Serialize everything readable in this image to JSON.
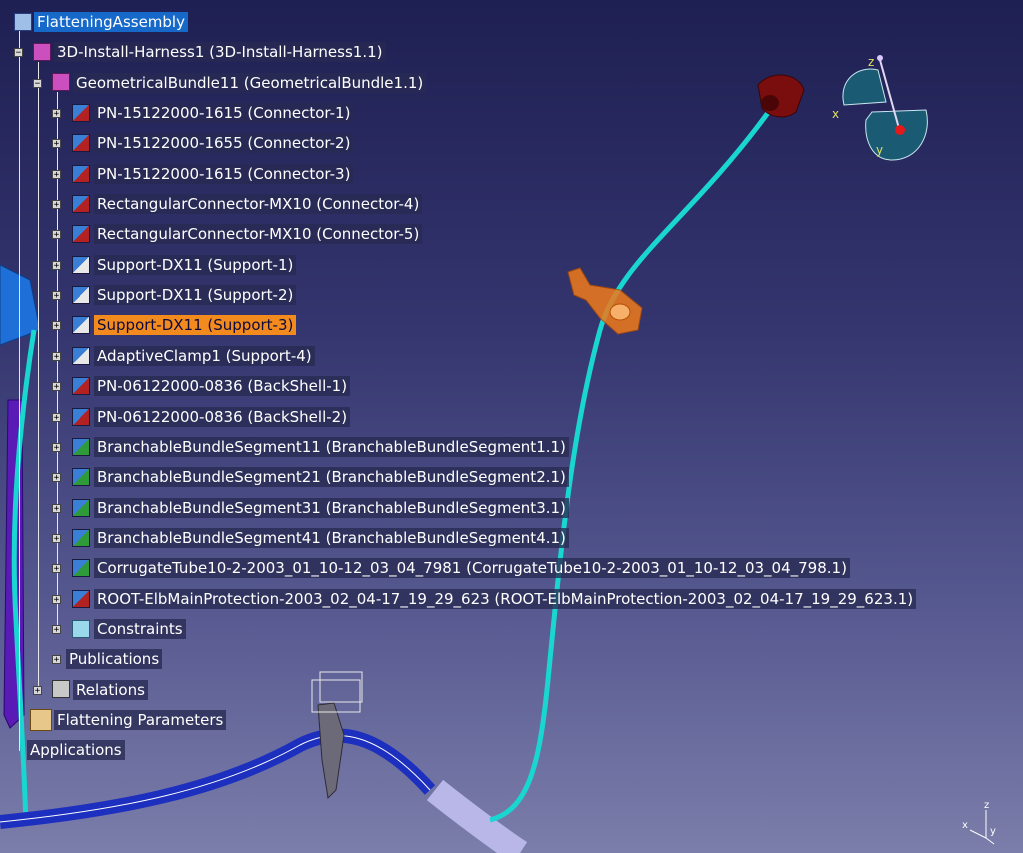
{
  "colors": {
    "selected_bg": "#f28a1e",
    "root_bg": "#1668c9",
    "harness_cyan": "#19d6d0",
    "bundle_blue": "#1c2fbf",
    "protection_purple": "#5a1ab5",
    "connector_red": "#7a0d0d",
    "support_orange": "#f07a1a"
  },
  "tree": {
    "root": "FlatteningAssembly",
    "install": "3D-Install-Harness1 (3D-Install-Harness1.1)",
    "bundle": "GeometricalBundle11 (GeometricalBundle1.1)",
    "children": [
      {
        "label": "PN-15122000-1615 (Connector-1)",
        "icon": "connector-icon"
      },
      {
        "label": "PN-15122000-1655 (Connector-2)",
        "icon": "connector-icon"
      },
      {
        "label": "PN-15122000-1615 (Connector-3)",
        "icon": "connector-icon"
      },
      {
        "label": "RectangularConnector-MX10 (Connector-4)",
        "icon": "connector-icon"
      },
      {
        "label": "RectangularConnector-MX10 (Connector-5)",
        "icon": "connector-icon"
      },
      {
        "label": "Support-DX11 (Support-1)",
        "icon": "support-icon"
      },
      {
        "label": "Support-DX11 (Support-2)",
        "icon": "support-icon"
      },
      {
        "label": "Support-DX11 (Support-3)",
        "icon": "support-icon"
      },
      {
        "label": "AdaptiveClamp1 (Support-4)",
        "icon": "support-icon"
      },
      {
        "label": "PN-06122000-0836 (BackShell-1)",
        "icon": "backshell-icon"
      },
      {
        "label": "PN-06122000-0836 (BackShell-2)",
        "icon": "backshell-icon"
      },
      {
        "label": "BranchableBundleSegment11 (BranchableBundleSegment1.1)",
        "icon": "bundle-segment-icon"
      },
      {
        "label": "BranchableBundleSegment21 (BranchableBundleSegment2.1)",
        "icon": "bundle-segment-icon"
      },
      {
        "label": "BranchableBundleSegment31 (BranchableBundleSegment3.1)",
        "icon": "bundle-segment-icon"
      },
      {
        "label": "BranchableBundleSegment41 (BranchableBundleSegment4.1)",
        "icon": "bundle-segment-icon"
      },
      {
        "label": "CorrugateTube10-2-2003_01_10-12_03_04_7981 (CorrugateTube10-2-2003_01_10-12_03_04_798.1)",
        "icon": "corrugate-tube-icon"
      },
      {
        "label": "ROOT-ElbMainProtection-2003_02_04-17_19_29_623 (ROOT-ElbMainProtection-2003_02_04-17_19_29_623.1)",
        "icon": "protection-icon"
      }
    ],
    "constraints": "Constraints",
    "publications": "Publications",
    "relations": "Relations",
    "flattening_parameters": "Flattening Parameters",
    "applications": "Applications"
  },
  "compass": {
    "x": "x",
    "y": "y",
    "z": "z"
  },
  "axis_triad": {
    "x": "x",
    "y": "y",
    "z": "z"
  }
}
